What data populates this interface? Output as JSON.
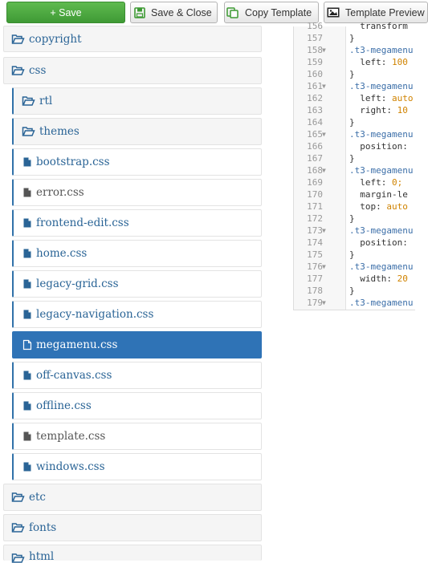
{
  "toolbar": {
    "save": "+ Save",
    "save_close": "Save & Close",
    "copy": "Copy Template",
    "preview": "Template Preview"
  },
  "tree": [
    {
      "label": "copyright",
      "type": "folder",
      "icon": "folder-open-icon"
    },
    {
      "label": "css",
      "type": "folder",
      "icon": "folder-open-icon"
    },
    {
      "label": "rtl",
      "type": "folder",
      "icon": "folder-open-icon"
    },
    {
      "label": "themes",
      "type": "folder",
      "icon": "folder-open-icon"
    },
    {
      "label": "bootstrap.css",
      "type": "file",
      "icon": "file-icon"
    },
    {
      "label": "error.css",
      "type": "file",
      "icon": "file-icon"
    },
    {
      "label": "frontend-edit.css",
      "type": "file",
      "icon": "file-icon"
    },
    {
      "label": "home.css",
      "type": "file",
      "icon": "file-icon"
    },
    {
      "label": "legacy-grid.css",
      "type": "file",
      "icon": "file-icon"
    },
    {
      "label": "legacy-navigation.css",
      "type": "file",
      "icon": "file-icon"
    },
    {
      "label": "megamenu.css",
      "type": "file",
      "icon": "file-icon",
      "active": true
    },
    {
      "label": "off-canvas.css",
      "type": "file",
      "icon": "file-icon"
    },
    {
      "label": "offline.css",
      "type": "file",
      "icon": "file-icon"
    },
    {
      "label": "template.css",
      "type": "file",
      "icon": "file-icon"
    },
    {
      "label": "windows.css",
      "type": "file",
      "icon": "file-icon"
    },
    {
      "label": "etc",
      "type": "folder",
      "icon": "folder-open-icon"
    },
    {
      "label": "fonts",
      "type": "folder",
      "icon": "folder-open-icon"
    },
    {
      "label": "html",
      "type": "folder",
      "icon": "folder-open-icon"
    }
  ],
  "editor": {
    "lines": [
      {
        "n": "156",
        "fold": false,
        "text": "  transform"
      },
      {
        "n": "157",
        "fold": false,
        "text": "}"
      },
      {
        "n": "158",
        "fold": true,
        "text": ".t3-megamenu"
      },
      {
        "n": "159",
        "fold": false,
        "text": "  left: 100"
      },
      {
        "n": "160",
        "fold": false,
        "text": "}"
      },
      {
        "n": "161",
        "fold": true,
        "text": ".t3-megamenu"
      },
      {
        "n": "162",
        "fold": false,
        "text": "  left: auto"
      },
      {
        "n": "163",
        "fold": false,
        "text": "  right: 10"
      },
      {
        "n": "164",
        "fold": false,
        "text": "}"
      },
      {
        "n": "165",
        "fold": true,
        "text": ".t3-megamenu"
      },
      {
        "n": "166",
        "fold": false,
        "text": "  position:"
      },
      {
        "n": "167",
        "fold": false,
        "text": "}"
      },
      {
        "n": "168",
        "fold": true,
        "text": ".t3-megamenu"
      },
      {
        "n": "169",
        "fold": false,
        "text": "  left: 0;"
      },
      {
        "n": "170",
        "fold": false,
        "text": "  margin-le"
      },
      {
        "n": "171",
        "fold": false,
        "text": "  top: auto"
      },
      {
        "n": "172",
        "fold": false,
        "text": "}"
      },
      {
        "n": "173",
        "fold": true,
        "text": ".t3-megamenu"
      },
      {
        "n": "174",
        "fold": false,
        "text": "  position:"
      },
      {
        "n": "175",
        "fold": false,
        "text": "}"
      },
      {
        "n": "176",
        "fold": true,
        "text": ".t3-megamenu"
      },
      {
        "n": "177",
        "fold": false,
        "text": "  width: 20"
      },
      {
        "n": "178",
        "fold": false,
        "text": "}"
      },
      {
        "n": "179",
        "fold": true,
        "text": ".t3-megamenu"
      }
    ]
  },
  "colors": {
    "accent": "#2f73b6",
    "save_green": "#4caf43",
    "link": "#2a6496"
  }
}
